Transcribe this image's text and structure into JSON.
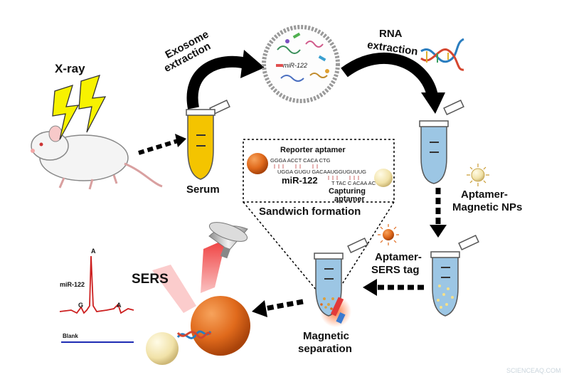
{
  "labels": {
    "xray": "X-ray",
    "exosome_line1": "Exosome",
    "exosome_line2": "extraction",
    "rna_line1": "RNA",
    "rna_line2": "extraction",
    "serum": "Serum",
    "aptamer_np_line1": "Aptamer-",
    "aptamer_np_line2": "Magnetic NPs",
    "sers_tag_line1": "Aptamer-",
    "sers_tag_line2": "SERS tag",
    "magnetic_line1": "Magnetic",
    "magnetic_line2": "separation",
    "sers": "SERS",
    "sandwich": "Sandwich formation",
    "exosome_mirna": "miR-122"
  },
  "inset": {
    "reporter": "Reporter aptamer",
    "seq1": "GGGA ACCT  CACA  CTG",
    "seq2": "UGGA GUGU GACAAUGGUGUUUG",
    "seq3": "T TAC C  ACAA AC",
    "mirna": "miR-122",
    "capturing_line1": "Capturing",
    "capturing_line2": "aptamer"
  },
  "spectrum": {
    "title": "miR-122",
    "blank": "Blank",
    "peaks": [
      "G",
      "A",
      "A"
    ]
  },
  "watermark": "SCIENCEAQ.COM",
  "colors": {
    "serum": "#f4c400",
    "rna": "#9cc6e4",
    "lightning": "#f7f200",
    "orange_np": "#e06a1c",
    "beige_np": "#f1e2a8",
    "spectrum_red": "#cc1f1f",
    "spectrum_blue": "#1d2bb3"
  }
}
